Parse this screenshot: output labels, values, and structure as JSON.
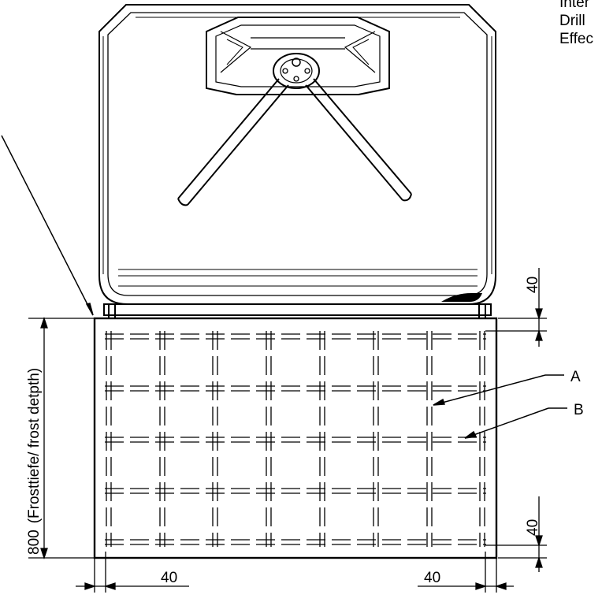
{
  "notes": {
    "line1": "Inter",
    "line2": "Drill",
    "line3": "Effec"
  },
  "callouts": {
    "a": "A",
    "b": "B"
  },
  "dimensions": {
    "top_right": "40",
    "bottom_right": "40",
    "bottom_left_width": "40",
    "bottom_right_width": "40",
    "depth_value": "800",
    "depth_text": "(Frosttiefe/ frost detpth)"
  }
}
